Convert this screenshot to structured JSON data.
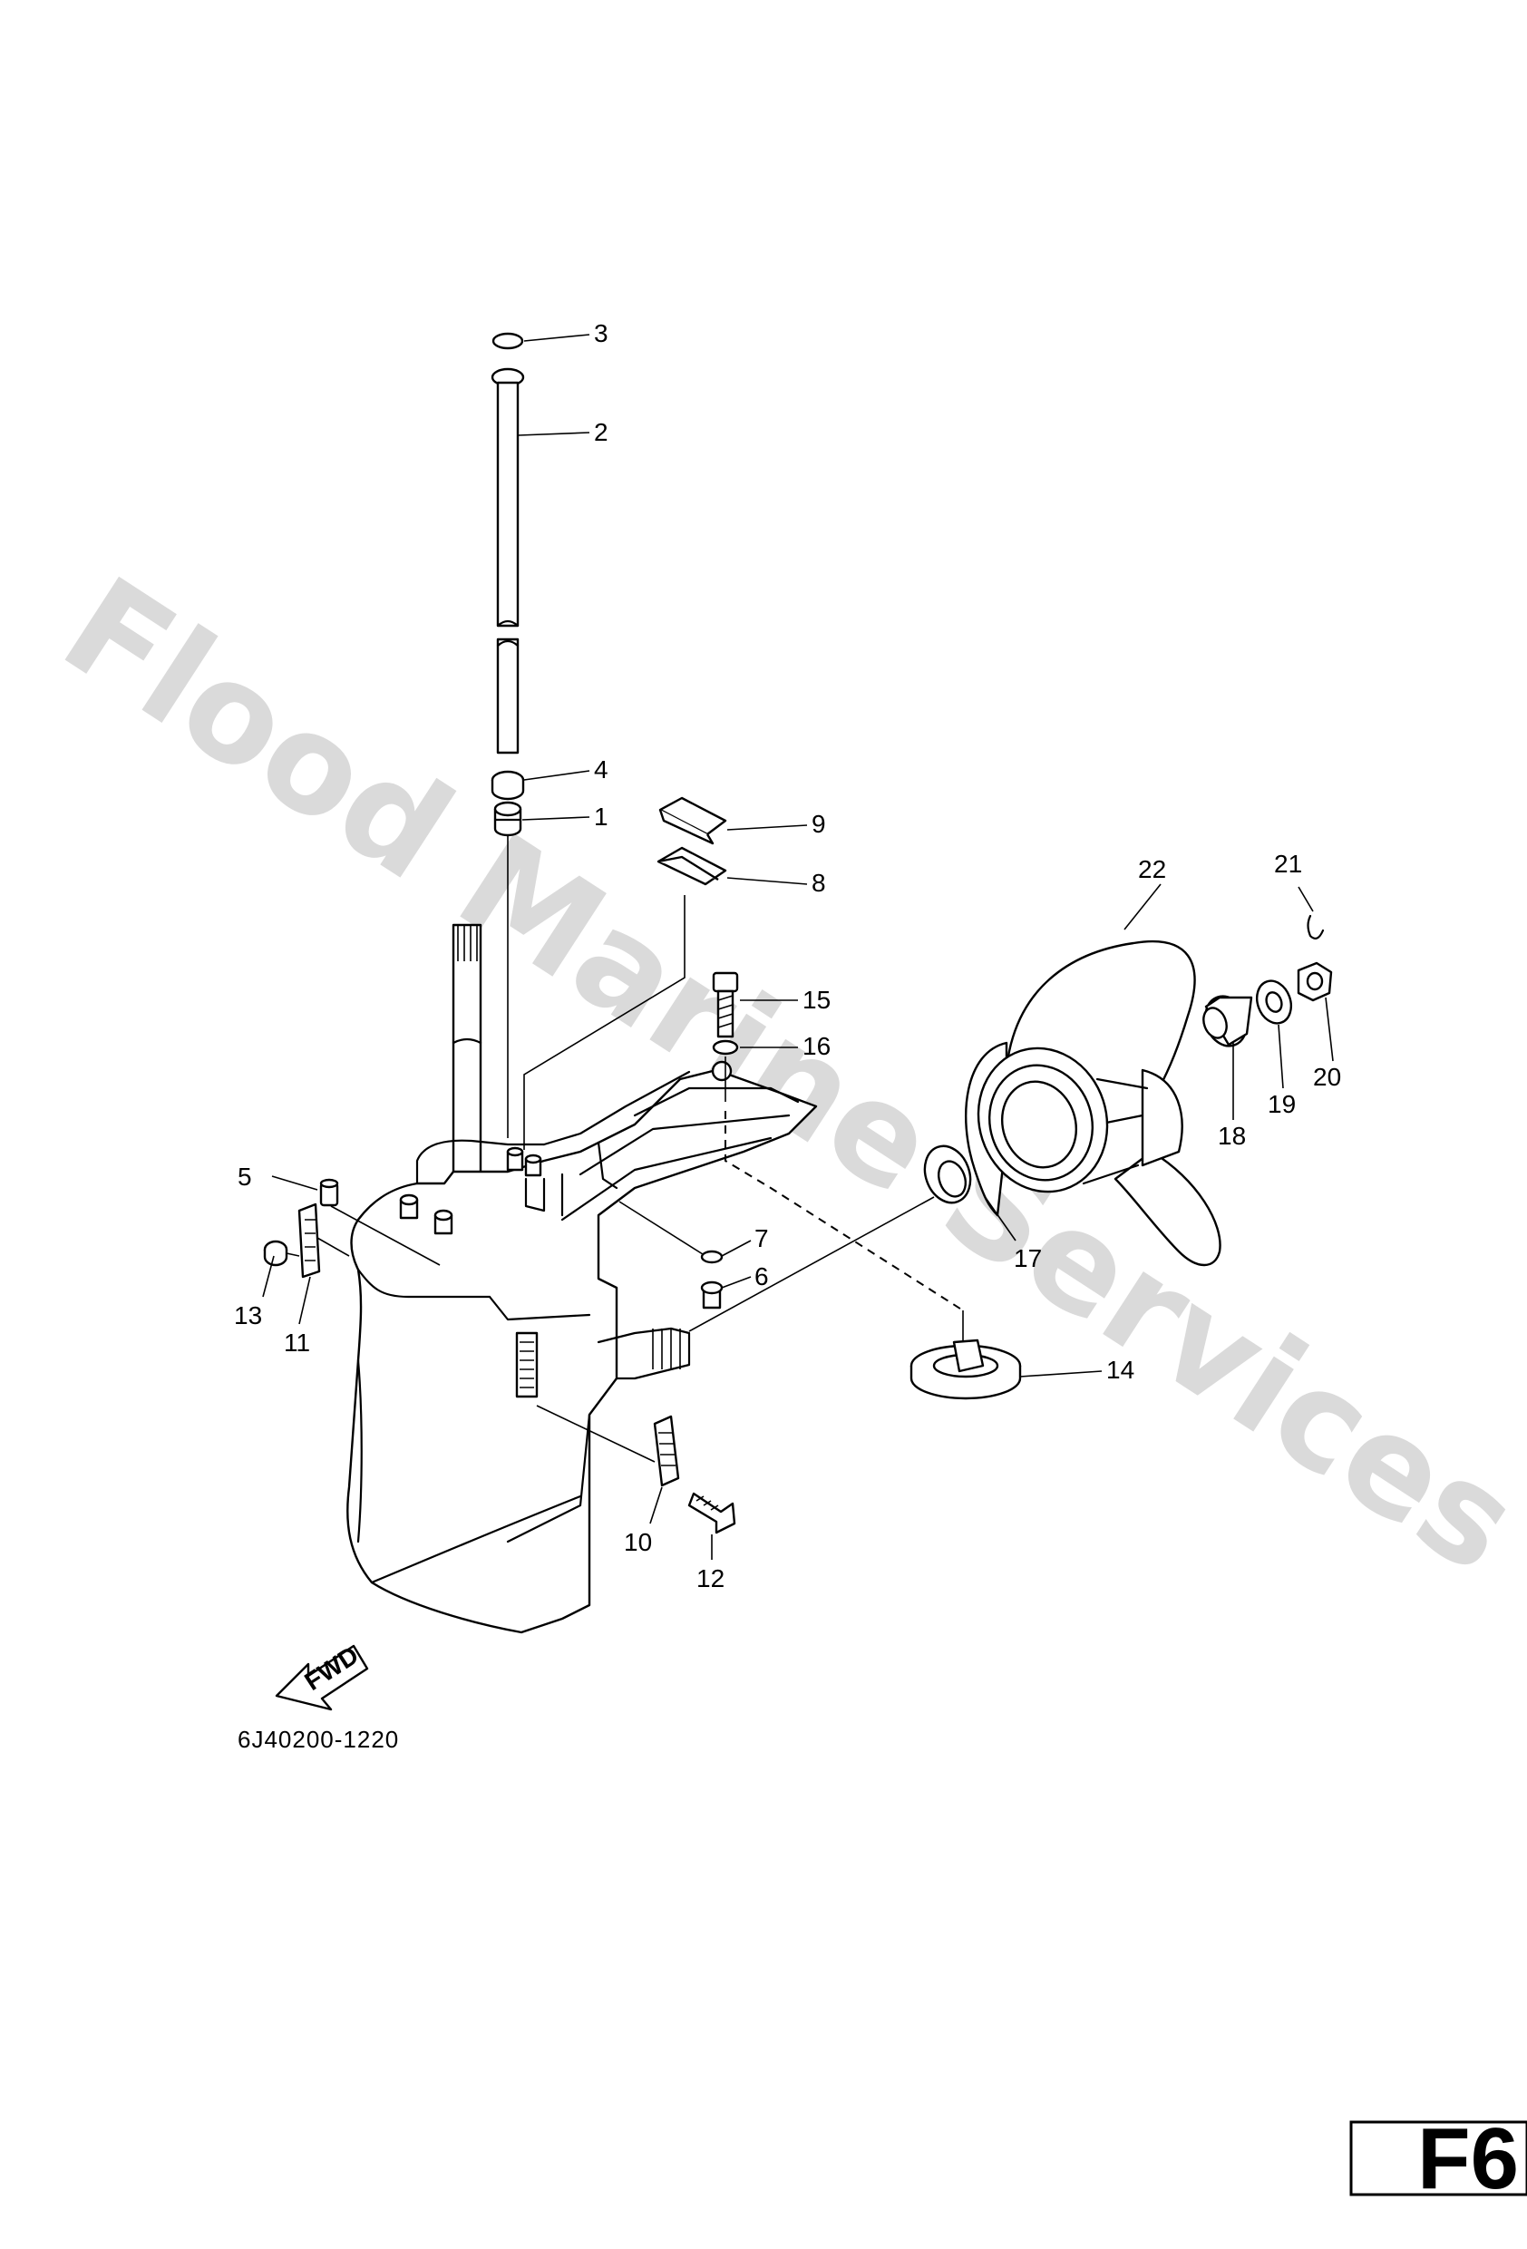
{
  "diagram": {
    "watermark": "Flood Marine Services",
    "part_code": "6J40200-1220",
    "page_label": "F6",
    "fwd_label": "FWD",
    "callouts": [
      "1",
      "2",
      "3",
      "4",
      "5",
      "6",
      "7",
      "8",
      "9",
      "10",
      "11",
      "12",
      "13",
      "14",
      "15",
      "16",
      "17",
      "18",
      "19",
      "20",
      "21",
      "22"
    ]
  }
}
